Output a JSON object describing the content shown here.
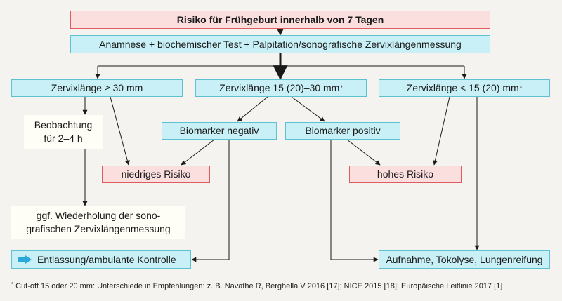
{
  "title": "Risiko für Frühgeburt innerhalb von 7 Tagen",
  "assessment": "Anamnese + biochemischer Test + Palpitation/sonografische Zervixlängenmessung",
  "cervix": {
    "ge30": "Zervixlänge ≥ 30 mm",
    "mid": "Zervixlänge 15 (20)–30 mm",
    "lt15": "Zervixlänge < 15 (20) mm",
    "footnote_mark": "*"
  },
  "observation": {
    "line1": "Beobachtung",
    "line2": "für 2–4 h"
  },
  "biomarker": {
    "negative": "Biomarker negativ",
    "positive": "Biomarker positiv"
  },
  "risk": {
    "low": "niedriges Risiko",
    "high": "hohes Risiko"
  },
  "repeat": {
    "line1": "ggf. Wiederholung der sono-",
    "line2": "grafischen Zervixlängenmessung"
  },
  "outcome": {
    "discharge": "Entlassung/ambulante Kontrolle",
    "admission": "Aufnahme, Tokolyse, Lungenreifung"
  },
  "footnote": {
    "mark": "*",
    "text": "Cut-off 15 oder 20 mm: Unterschiede in Empfehlungen: z. B. Navathe R, Berghella V 2016 [17]; NICE 2015 [18]; Europäische Leitlinie 2017 [1]"
  },
  "colors": {
    "blue_fill": "#c8f0f6",
    "blue_border": "#5cc2d2",
    "red_fill": "#fbdede",
    "red_border": "#e05c5c",
    "accent_arrow": "#2aa8d8"
  }
}
